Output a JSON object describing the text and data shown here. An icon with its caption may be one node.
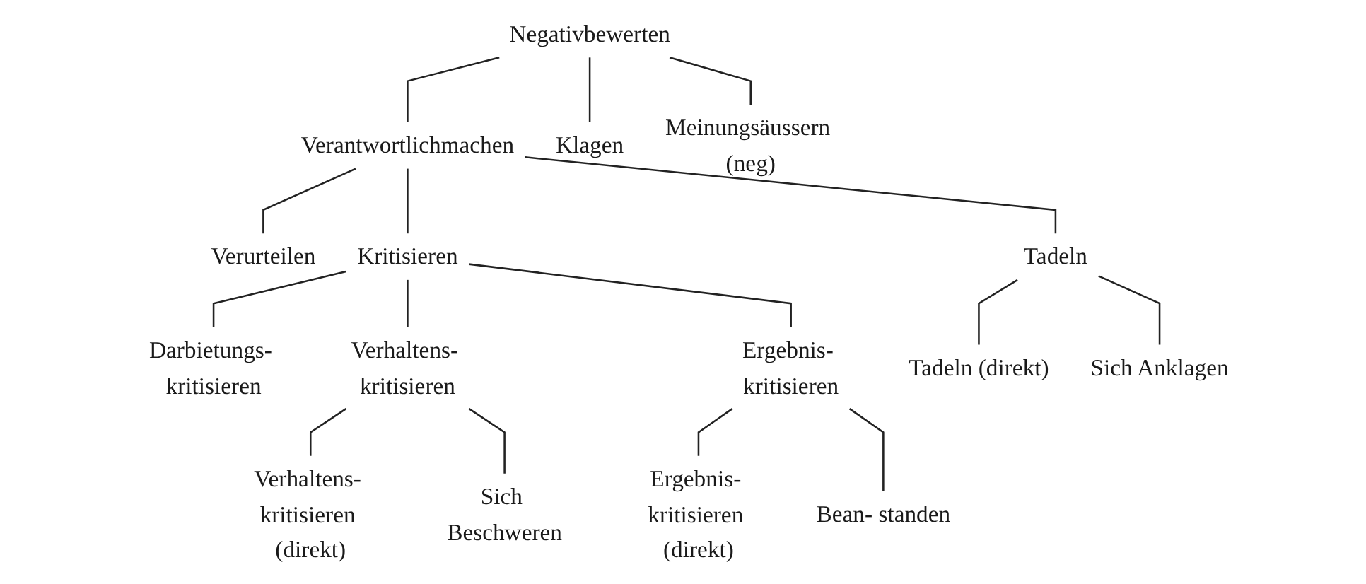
{
  "diagram": {
    "nodes": [
      {
        "text": [
          "Negativbewerten"
        ]
      },
      {
        "text": [
          "Verantwortlichmachen"
        ]
      },
      {
        "text": [
          "Klagen"
        ]
      },
      {
        "text": [
          "Meinungsäussern (neg)"
        ]
      },
      {
        "text": [
          "Verurteilen"
        ]
      },
      {
        "text": [
          "Kritisieren"
        ]
      },
      {
        "text": [
          "Tadeln"
        ]
      },
      {
        "text": [
          "Darbietungs- kritisieren"
        ]
      },
      {
        "text": [
          "Verhaltens- kritisieren"
        ]
      },
      {
        "text": [
          "Ergebnis- kritisieren"
        ]
      },
      {
        "text": [
          "Tadeln (direkt)"
        ]
      },
      {
        "text": [
          "Sich Anklagen"
        ]
      },
      {
        "text": [
          "Verhaltens- kritisieren (direkt)"
        ]
      },
      {
        "text": [
          "Sich Beschweren"
        ]
      },
      {
        "text": [
          "Ergebnis- kritisieren (direkt)"
        ]
      },
      {
        "text": [
          "Bean- standen"
        ]
      }
    ],
    "edges": [
      {
        "from": 0,
        "to": 1,
        "arrow": "none"
      },
      {
        "from": 0,
        "to": 2,
        "arrow": "none"
      },
      {
        "from": 0,
        "to": 3,
        "arrow": "none"
      },
      {
        "from": 1,
        "to": 4,
        "arrow": "none"
      },
      {
        "from": 1,
        "to": 5,
        "arrow": "none"
      },
      {
        "from": 1,
        "to": 6,
        "arrow": "none"
      },
      {
        "from": 5,
        "to": 7,
        "arrow": "none"
      },
      {
        "from": 5,
        "to": 8,
        "arrow": "none"
      },
      {
        "from": 5,
        "to": 9,
        "arrow": "none"
      },
      {
        "from": 6,
        "to": 10,
        "arrow": "none"
      },
      {
        "from": 6,
        "to": 11,
        "arrow": "none"
      },
      {
        "from": 8,
        "to": 12,
        "arrow": "none"
      },
      {
        "from": 8,
        "to": 13,
        "arrow": "none"
      },
      {
        "from": 9,
        "to": 14,
        "arrow": "none"
      },
      {
        "from": 9,
        "to": 15,
        "arrow": "none"
      }
    ]
  }
}
